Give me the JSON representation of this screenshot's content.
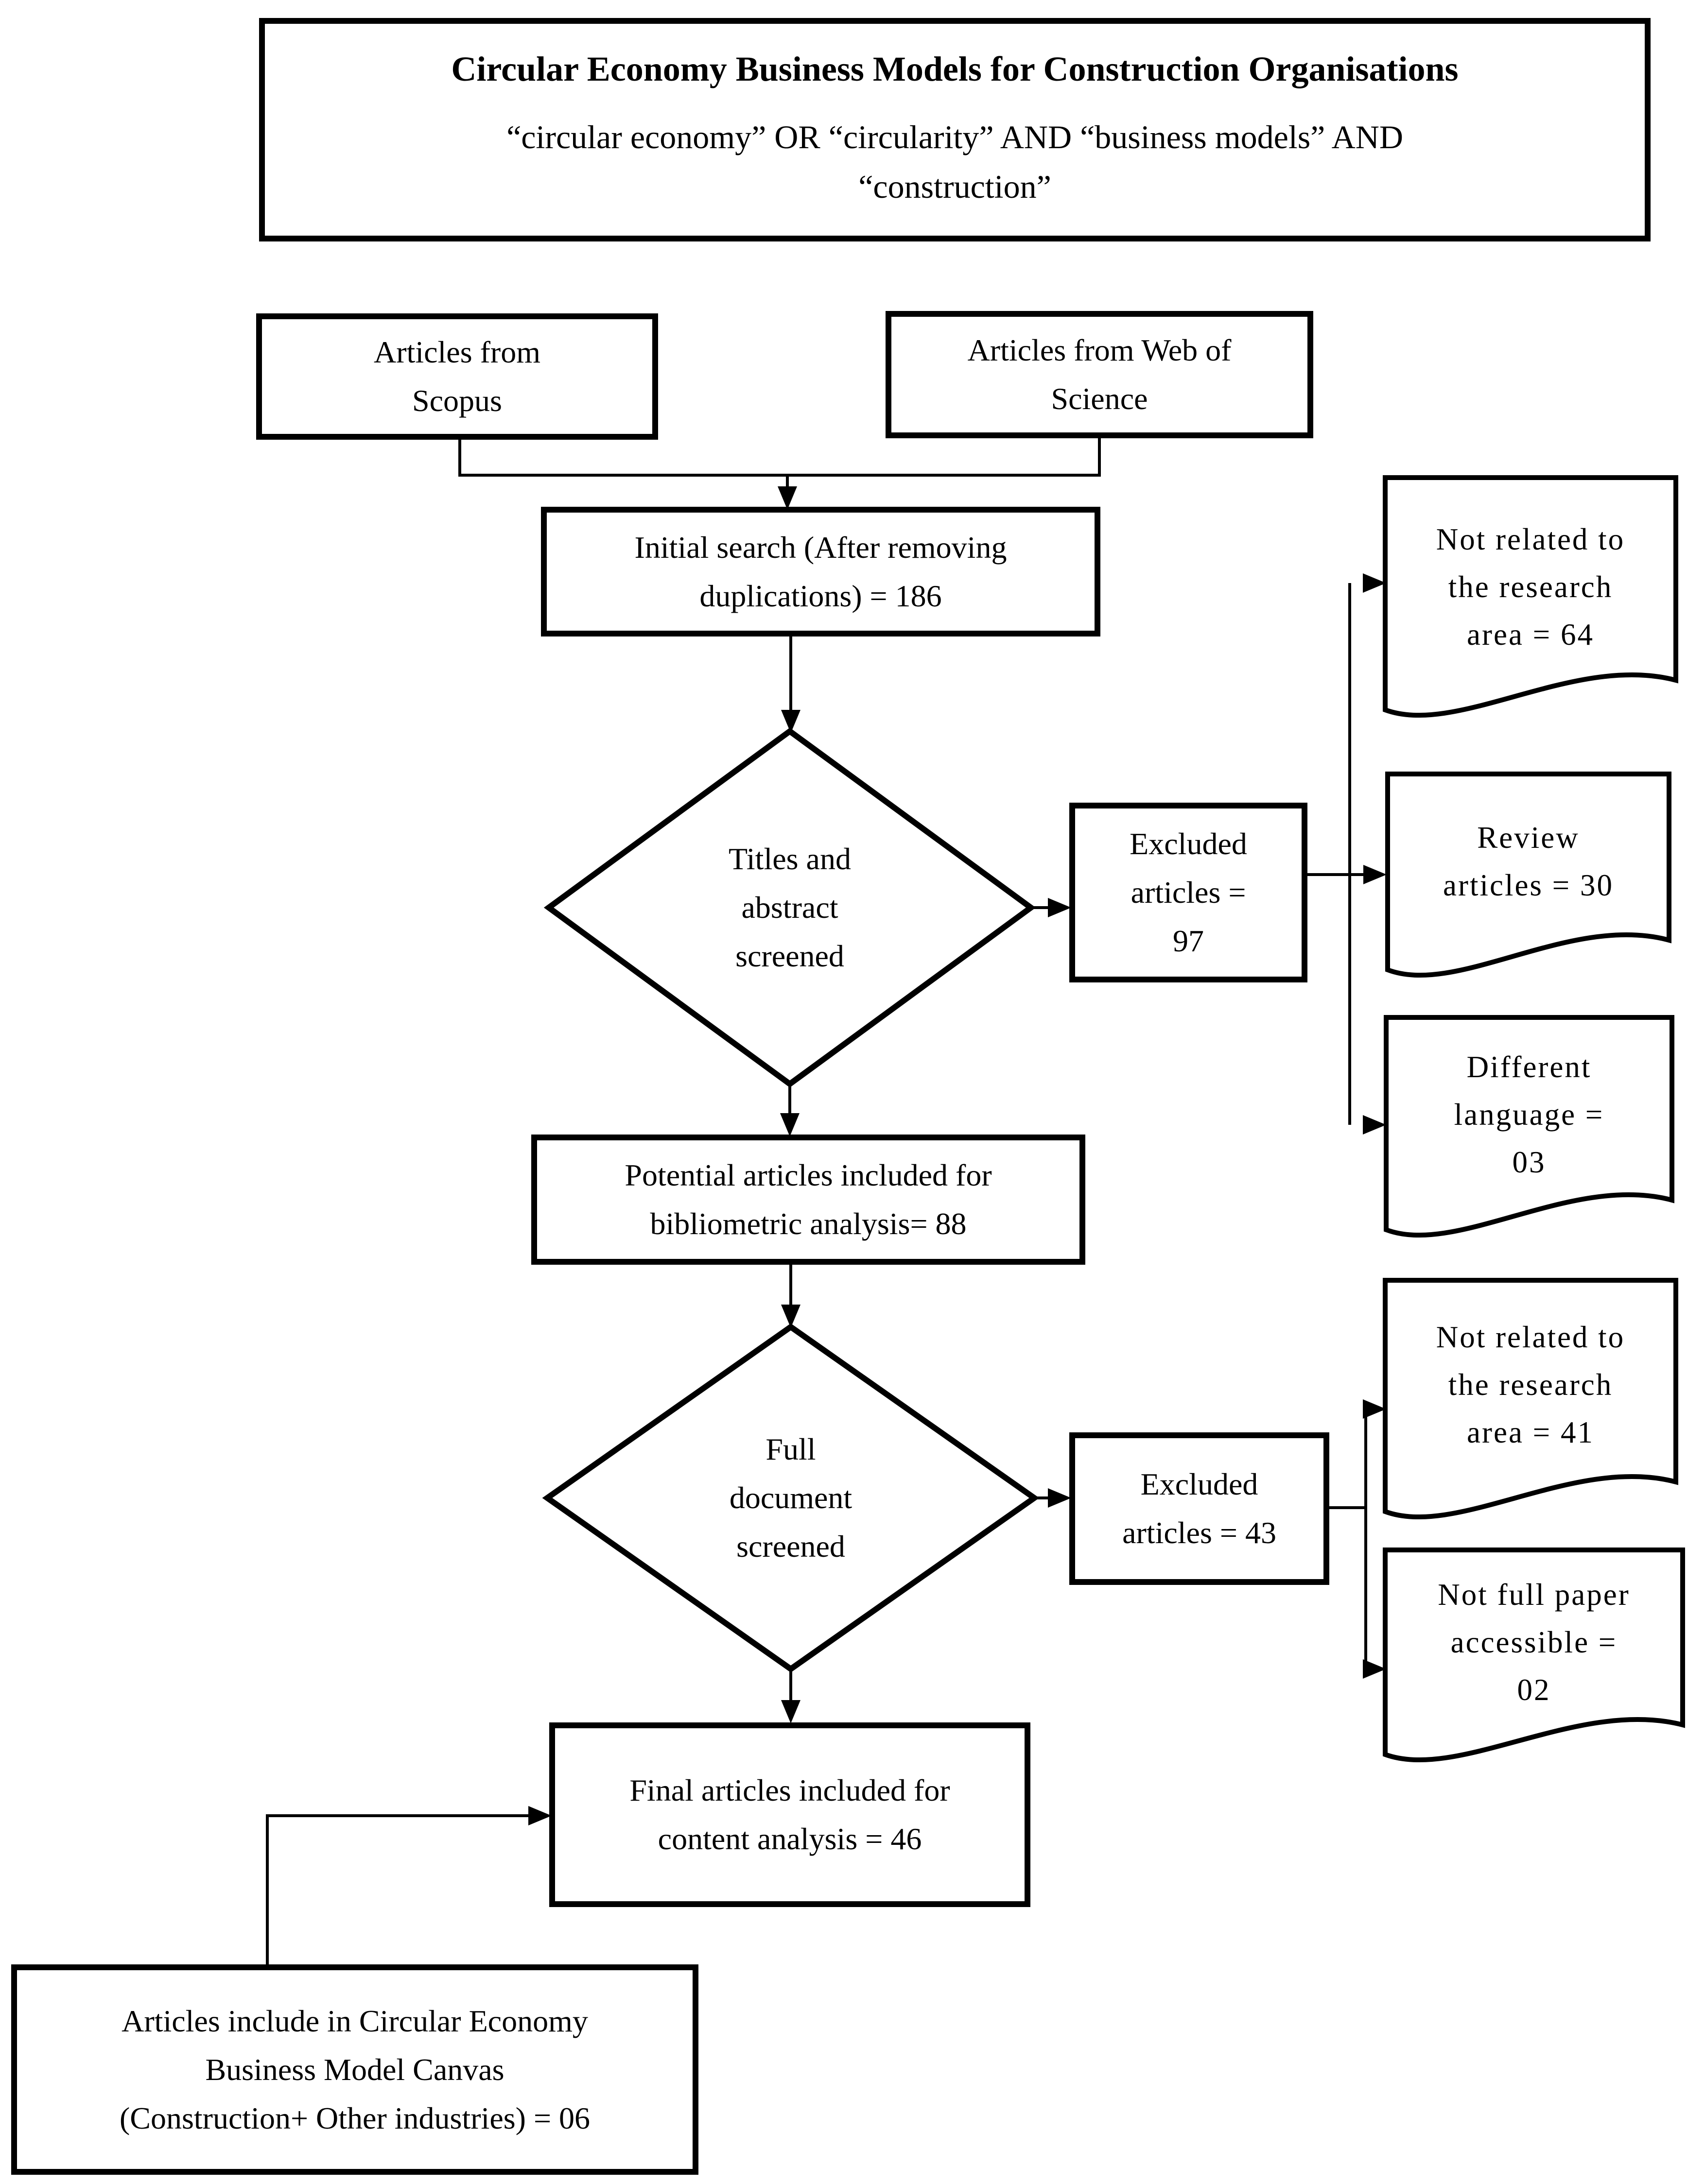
{
  "figure": {
    "ink_color": "#000000",
    "paper_color": "#ffffff"
  },
  "title_box": {
    "heading": "Circular Economy Business Models for Construction Organisations",
    "query_lines": [
      "“circular economy” OR “circularity” AND “business models” AND",
      "“construction”"
    ]
  },
  "source_boxes": {
    "scopus": {
      "lines": [
        "Articles from",
        "Scopus"
      ]
    },
    "web_of_science": {
      "lines": [
        "Articles from Web of",
        "Science"
      ]
    }
  },
  "initial_search_box": {
    "lines": [
      "Initial search (After removing",
      "duplications) = 186"
    ]
  },
  "title_abstract_screen": {
    "diamond": {
      "lines": [
        "Titles and",
        "abstract",
        "screened"
      ]
    },
    "excluded_box": {
      "lines": [
        "Excluded",
        "articles =",
        "97"
      ]
    },
    "exclusion_reasons": [
      {
        "lines": [
          "Not related to",
          "the research",
          "area = 64"
        ]
      },
      {
        "lines": [
          "Review",
          "articles = 30"
        ]
      },
      {
        "lines": [
          "Different",
          "language =",
          "03"
        ]
      }
    ]
  },
  "bibliometric_box": {
    "lines": [
      "Potential articles included for",
      "bibliometric analysis= 88"
    ]
  },
  "full_document_screen": {
    "diamond": {
      "lines": [
        "Full",
        "document",
        "screened"
      ]
    },
    "excluded_box": {
      "lines": [
        "Excluded",
        "articles = 43"
      ]
    },
    "exclusion_reasons": [
      {
        "lines": [
          "Not related to",
          "the research",
          "area = 41"
        ]
      },
      {
        "lines": [
          "Not full paper",
          "accessible =",
          "02"
        ]
      }
    ]
  },
  "final_box": {
    "lines": [
      "Final articles included for",
      "content analysis = 46"
    ]
  },
  "canvas_box": {
    "lines": [
      "Articles include in Circular Economy",
      "Business Model Canvas",
      "(Construction+ Other industries) = 06"
    ]
  }
}
